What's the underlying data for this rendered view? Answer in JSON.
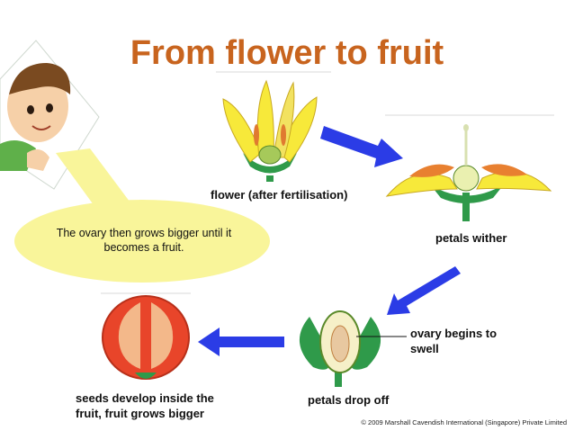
{
  "title": "From flower to fruit",
  "speech_bubble": "The ovary then grows bigger until it becomes a fruit.",
  "stages": {
    "flower": "flower (after fertilisation)",
    "wither": "petals wither",
    "drop": "petals drop off",
    "ovary": "ovary begins to swell",
    "fruit": "seeds develop inside the fruit, fruit grows bigger"
  },
  "copyright": "© 2009 Marshall Cavendish International (Singapore) Private Limited",
  "colors": {
    "title": "#c8641e",
    "arrow": "#2b3ce6",
    "petal": "#f7e93a",
    "leaf": "#2f9a4a",
    "tomato": "#e8452a",
    "bubble": "#f9f59a"
  }
}
